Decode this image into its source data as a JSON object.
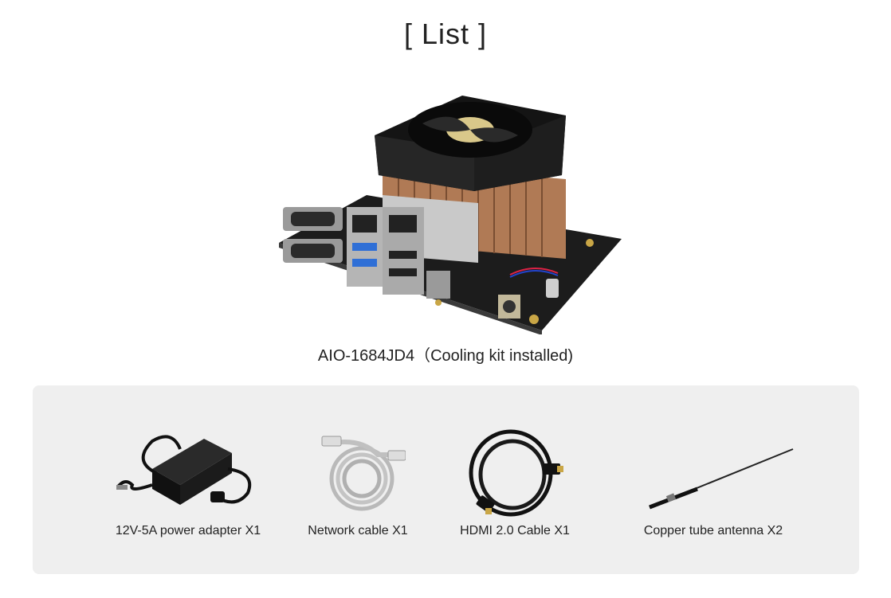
{
  "page": {
    "title": "[ List ]"
  },
  "hero": {
    "caption": "AIO-1684JD4（Cooling kit installed)"
  },
  "accessories": [
    {
      "name": "12V-5A power adapter X1",
      "icon": "power-adapter-icon"
    },
    {
      "name": "Network cable X1",
      "icon": "network-cable-icon"
    },
    {
      "name": "HDMI 2.0 Cable X1",
      "icon": "hdmi-cable-icon"
    },
    {
      "name": "Copper tube antenna X2",
      "icon": "antenna-icon"
    }
  ],
  "colors": {
    "panel_bg": "#efefef",
    "pcb": "#1c1c1c",
    "heatsink": "#b07a55",
    "usb_blue": "#2f6fd6"
  }
}
